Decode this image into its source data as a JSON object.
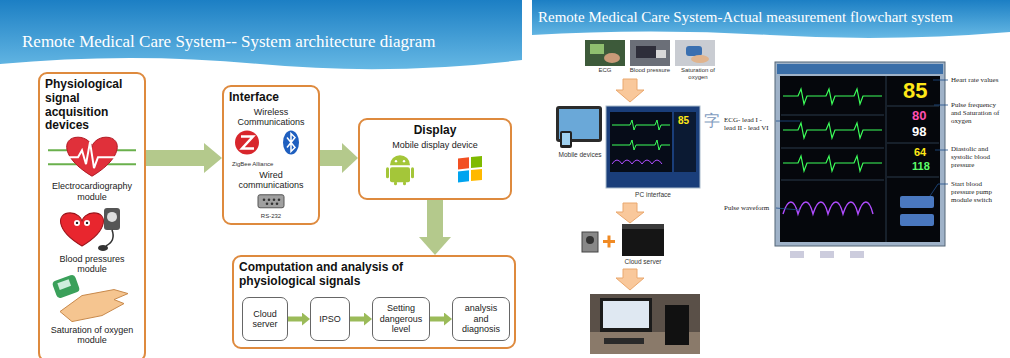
{
  "diagram": {
    "title": "Remote Medical Care System-- System architecture diagram",
    "nodes": [
      {
        "text": [
          "Physiological signal acquisition devices",
          "Electrocardiography module",
          "Blood pressures module",
          "Saturation of oxygen module"
        ]
      },
      {
        "text": [
          "Interface",
          "Wireless Communications",
          "ZigBee Alliance",
          "Wired communications",
          "RS-232"
        ]
      },
      {
        "text": [
          "Display",
          "Mobile display device"
        ]
      },
      {
        "text": [
          "Computation and analysis of physiological signals"
        ]
      },
      {
        "text": [
          "Cloud server"
        ],
        "in": 3
      },
      {
        "text": [
          "IPSO"
        ],
        "in": 3
      },
      {
        "text": [
          "Setting dangerous level"
        ],
        "in": 3
      },
      {
        "text": [
          "analysis and diagnosis"
        ],
        "in": 3
      }
    ],
    "edges": [
      {
        "from": 0,
        "to": 1,
        "arrow": "to"
      },
      {
        "from": 1,
        "to": 2,
        "arrow": "to"
      },
      {
        "from": 2,
        "to": 3,
        "arrow": "to"
      },
      {
        "from": 4,
        "to": 5,
        "arrow": "to"
      },
      {
        "from": 5,
        "to": 6,
        "arrow": "to"
      },
      {
        "from": 6,
        "to": 7,
        "arrow": "to"
      }
    ],
    "labels": [
      "Remote Medical Care System-Actual measurement flowchart system",
      "ECG",
      "Blood pressure",
      "Saturation of oxygen",
      "Mobile devices",
      "PC interface",
      "85",
      "字",
      "Cloud server",
      "ECG- lead I - lead II - lead VI",
      "Pulse waveform",
      "Heart rate values",
      "Pulse frequency and Saturation of oxygen",
      "Diastolic and systolic blood pressure",
      "Start blood pressure pump module switch",
      "85",
      "80",
      "98",
      "64",
      "118"
    ]
  }
}
